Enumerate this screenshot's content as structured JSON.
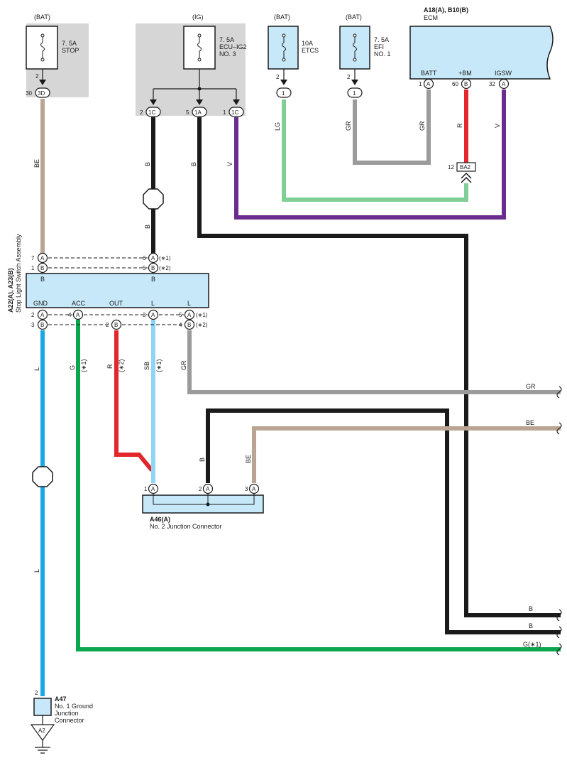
{
  "fuses": {
    "stop": {
      "source": "(BAT)",
      "rating": "7. 5A",
      "name": "STOP",
      "pin_top": "2",
      "pin": "30",
      "conn": "3D"
    },
    "ecu_ig2": {
      "source": "(IG)",
      "rating": "7. 5A",
      "name1": "ECU–IG2",
      "name2": "NO. 3",
      "pin_a": "2",
      "conn_a": "1C",
      "pin_b": "5",
      "conn_b": "1A",
      "pin_c": "1",
      "conn_c": "1C"
    },
    "etcs": {
      "source": "(BAT)",
      "rating": "10A",
      "name": "ETCS",
      "pin_top": "2",
      "conn": "1"
    },
    "efi": {
      "source": "(BAT)",
      "rating": "7. 5A",
      "name1": "EFI",
      "name2": "NO. 1",
      "pin_top": "2",
      "conn": "1"
    }
  },
  "ecm": {
    "code": "A18(A), B10(B)",
    "name": "ECM",
    "terms": [
      {
        "label": "BATT",
        "pin": "1",
        "conn": "A"
      },
      {
        "label": "+BM",
        "pin": "60",
        "conn": "B"
      },
      {
        "label": "IGSW",
        "pin": "32",
        "conn": "A"
      }
    ]
  },
  "ba2": {
    "pin": "12",
    "name": "BA2"
  },
  "switch": {
    "code": "A22(A), A23(B)",
    "name": "Stop Light Switch Assembly",
    "top": {
      "pin7": "7",
      "conn7": "A",
      "pin1": "1",
      "conn1": "B",
      "pin6": "6",
      "conn6": "A",
      "note6": "(∗1)",
      "pin5": "5",
      "conn5": "B",
      "note5": "(∗2)",
      "lbl_left": "B",
      "lbl_right": "B"
    },
    "terms": [
      "GND",
      "ACC",
      "OUT",
      "L",
      "L"
    ],
    "bottom": {
      "p2": "2",
      "c2": "A",
      "p4": "4",
      "c4": "A",
      "p3a": "3",
      "c3a": "A",
      "p5": "5",
      "c5": "A",
      "n5": "(∗1)",
      "p3": "3",
      "c3": "B",
      "p2b": "2",
      "c2b": "B",
      "p4b": "4",
      "c4b": "B",
      "n4": "(∗2)"
    }
  },
  "jc": {
    "code": "A46(A)",
    "name": "No. 2 Junction Connector",
    "pins": [
      "1",
      "2",
      "3"
    ],
    "conn": "A"
  },
  "ground": {
    "code": "A47",
    "name1": "No. 1 Ground",
    "name2": "Junction",
    "name3": "Connector",
    "pin": "2",
    "gnd": "A2"
  },
  "wires": {
    "be": "BE",
    "b": "B",
    "v": "V",
    "lg": "LG",
    "gr": "GR",
    "r": "R",
    "l": "L",
    "g": "G",
    "sb": "SB",
    "n1": "(∗1)",
    "n2": "(∗2)",
    "out_gr": "GR",
    "out_be": "BE",
    "out_b1": "B",
    "out_b2": "B",
    "out_g": "G(∗1)"
  },
  "colors": {
    "B": "#1a1a1a",
    "BE": "#b9a591",
    "V": "#6a2c8e",
    "LG": "#7fcf96",
    "GR": "#9b9b9b",
    "R": "#e3262b",
    "L": "#18a8e6",
    "G": "#0aa64c",
    "SB": "#8fd6f4",
    "box": "#c7e8f8",
    "shade": "#d6d6d6"
  }
}
